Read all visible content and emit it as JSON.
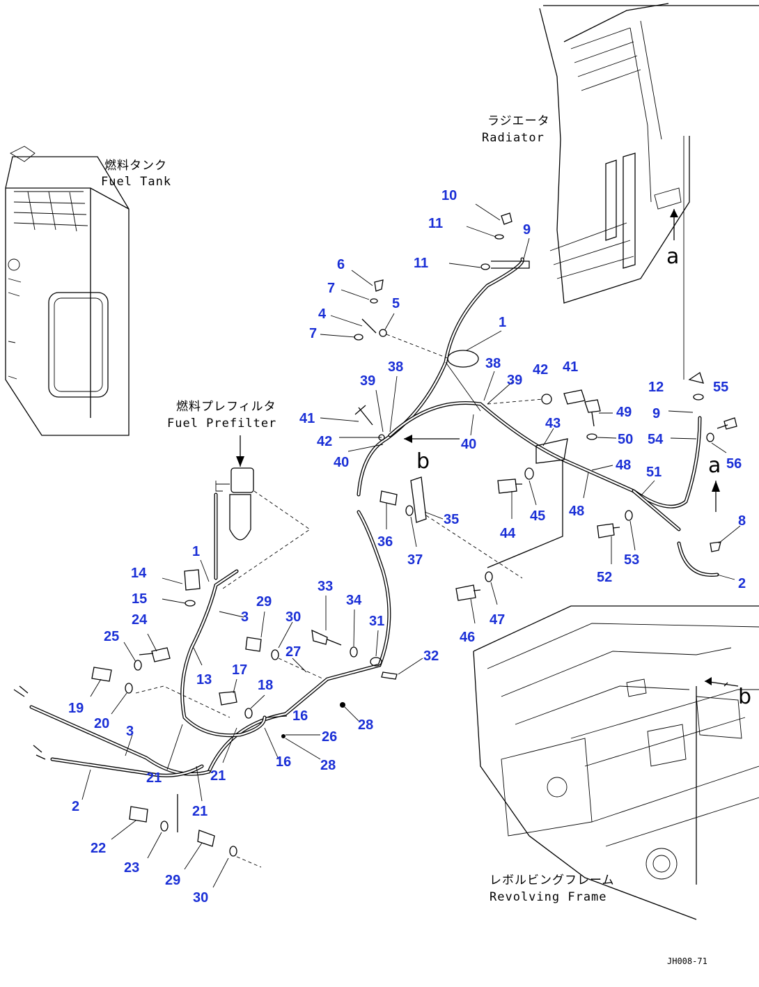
{
  "labels": {
    "fuel_tank_jp": "燃料タンク",
    "fuel_tank_en": "Fuel Tank",
    "radiator_jp": "ラジエータ",
    "radiator_en": "Radiator",
    "prefilter_jp": "燃料プレフィルタ",
    "prefilter_en": "Fuel Prefilter",
    "frame_jp": "レボルビングフレーム",
    "frame_en": "Revolving Frame",
    "ref_a": "a",
    "ref_a2": "a",
    "ref_b": "b",
    "ref_b2": "b",
    "drawing_code": "JH008-71"
  },
  "callouts": [
    "10",
    "11",
    "9",
    "11",
    "6",
    "7",
    "5",
    "4",
    "7",
    "1",
    "38",
    "39",
    "38",
    "39",
    "42",
    "41",
    "41",
    "42",
    "40",
    "40",
    "49",
    "50",
    "12",
    "55",
    "9",
    "54",
    "56",
    "43",
    "48",
    "51",
    "48",
    "44",
    "45",
    "36",
    "37",
    "35",
    "8",
    "2",
    "52",
    "53",
    "46",
    "47",
    "14",
    "1",
    "15",
    "3",
    "24",
    "25",
    "29",
    "30",
    "33",
    "34",
    "31",
    "32",
    "27",
    "19",
    "20",
    "17",
    "18",
    "16",
    "28",
    "26",
    "16",
    "28",
    "3",
    "21",
    "21",
    "21",
    "2",
    "22",
    "23",
    "29",
    "30",
    "13"
  ],
  "colors": {
    "callout": "#1a2fd6",
    "line": "#000000"
  }
}
